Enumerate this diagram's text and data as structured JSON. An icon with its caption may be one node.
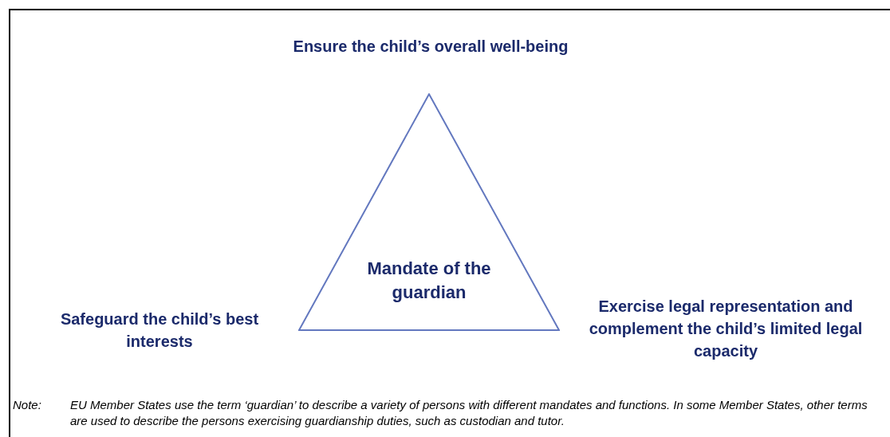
{
  "diagram": {
    "nodes": [
      {
        "text": [
          "Mandate of the guardian"
        ]
      }
    ],
    "labels": [
      "Ensure the child’s overall well-being",
      "Safeguard the child’s best interests",
      "Exercise legal representation and complement the child’s limited legal capacity",
      "Note:",
      "EU Member States use the term ‘guardian’ to describe a variety of persons with different mandates and functions. In some Member States, other terms are used to describe the persons exercising guardianship duties, such as custodian and tutor."
    ]
  }
}
